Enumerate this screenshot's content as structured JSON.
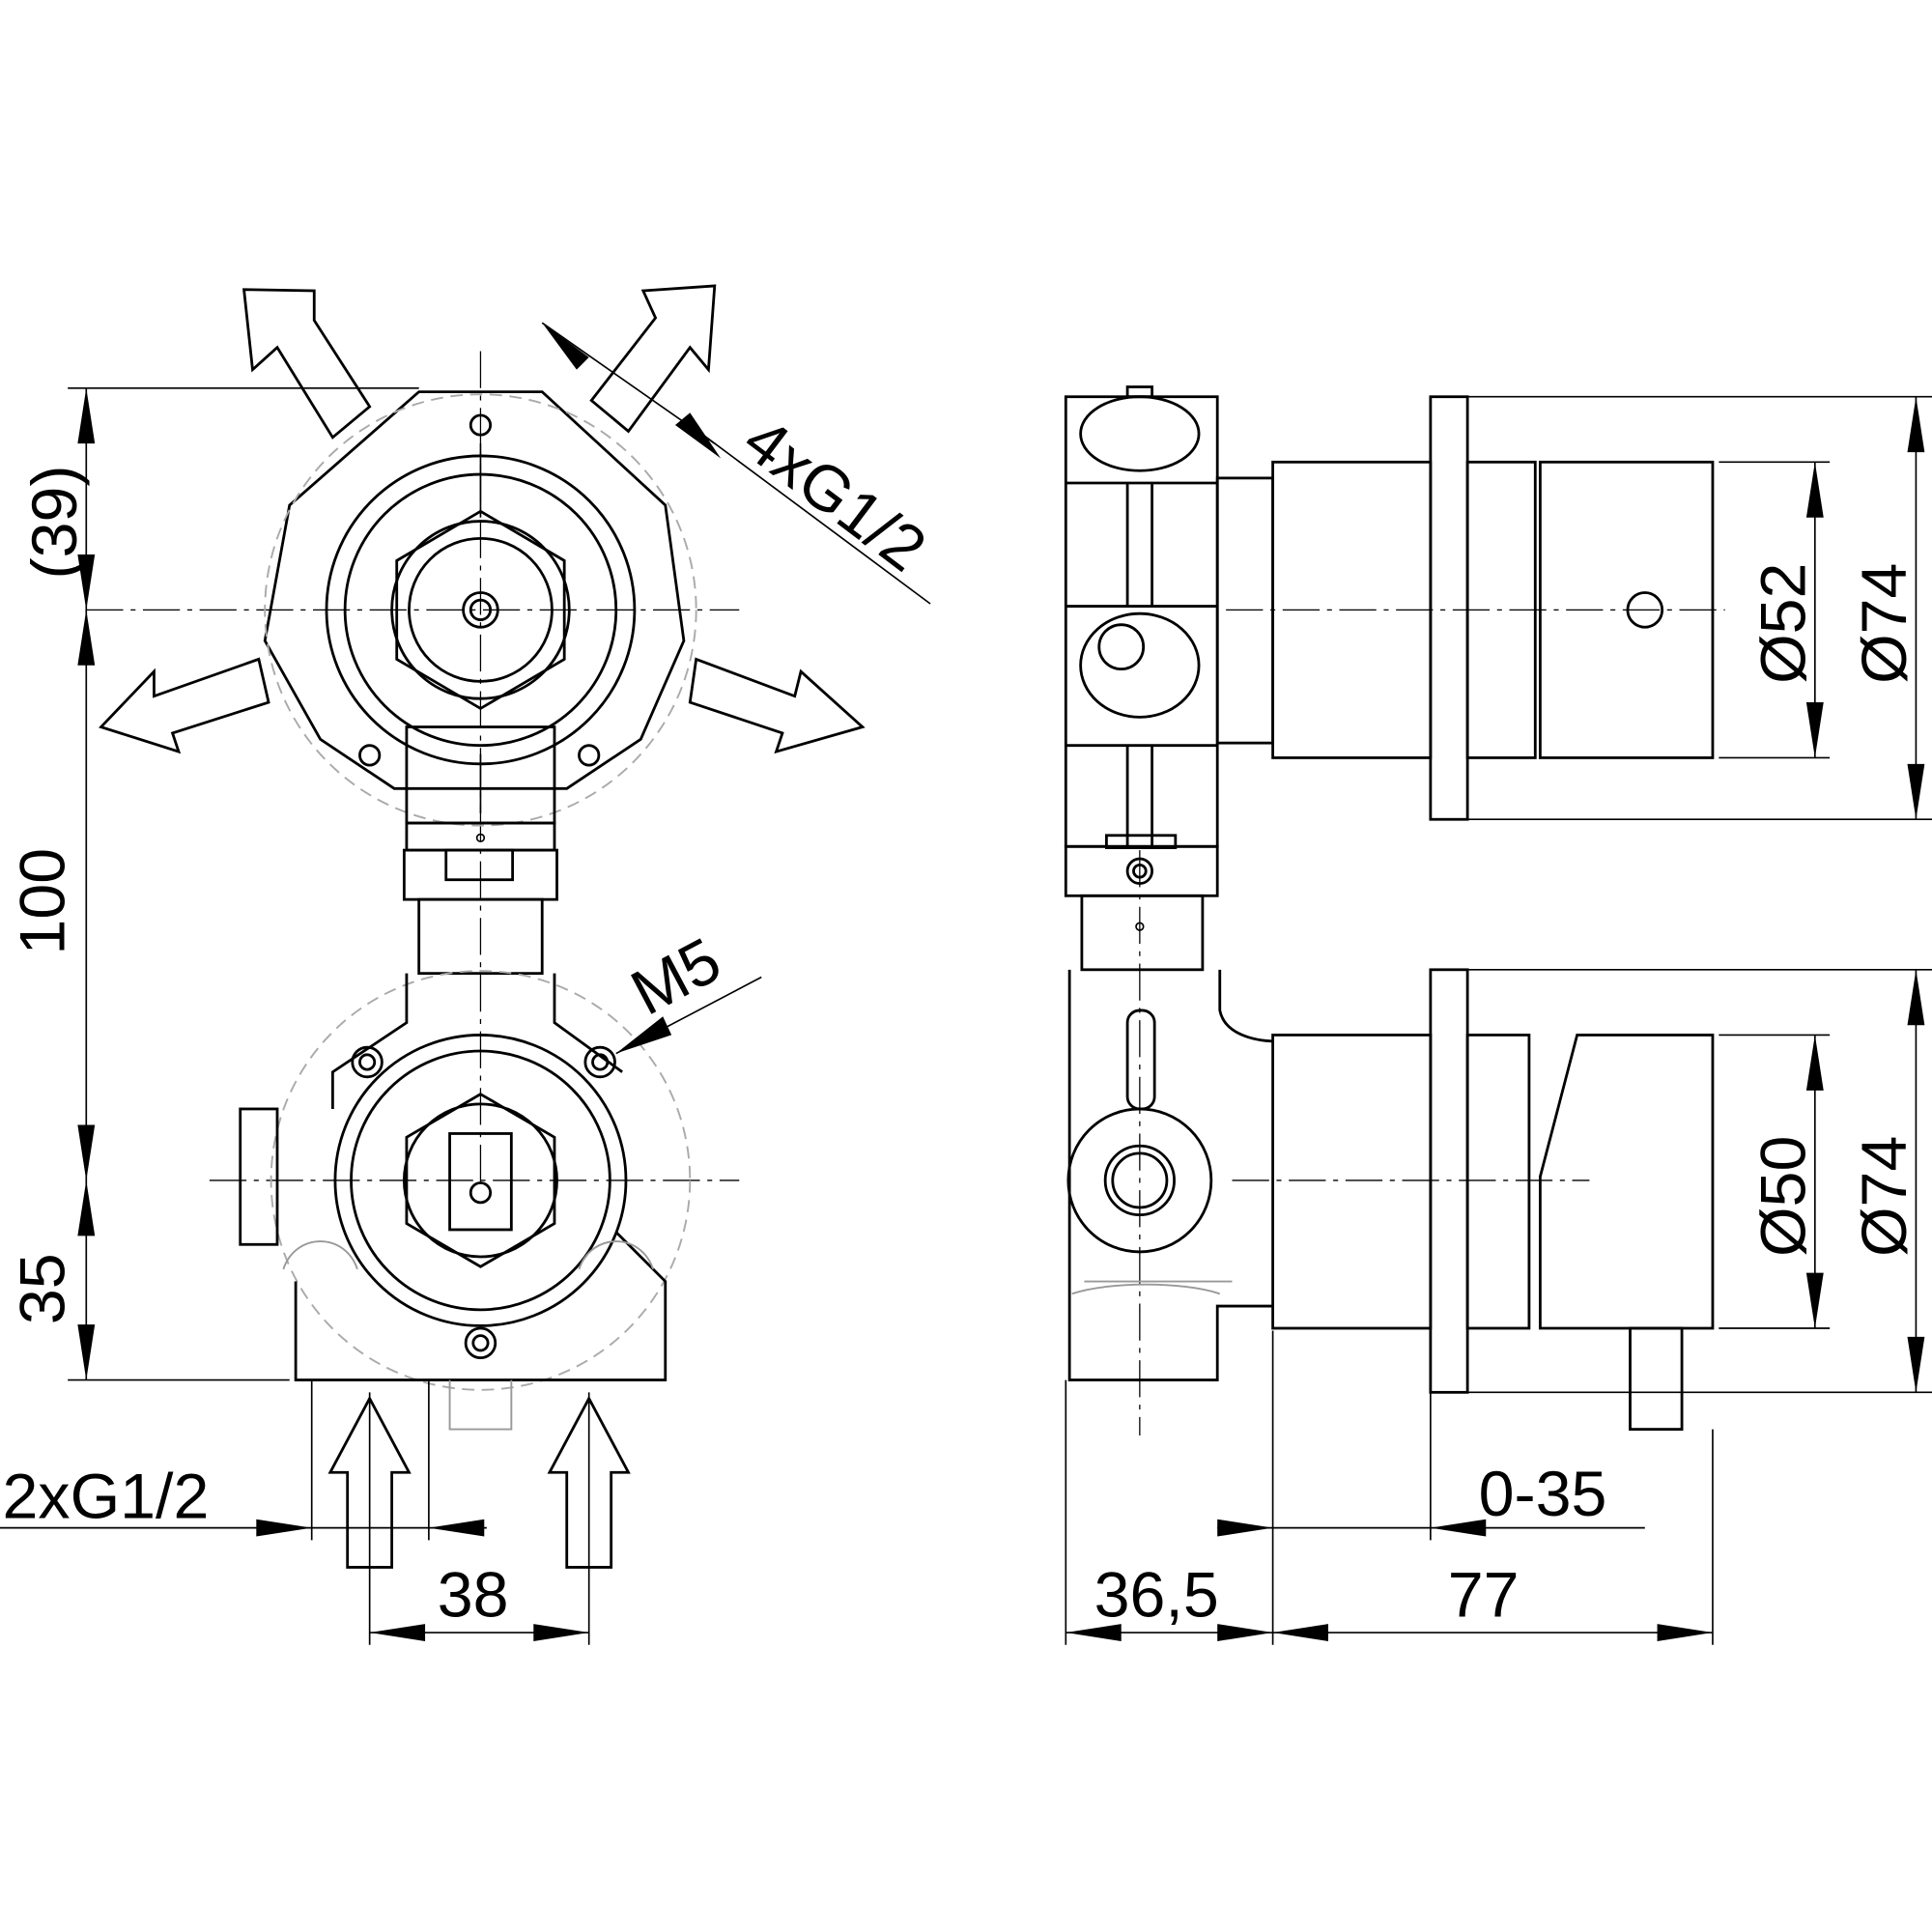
{
  "front_view": {
    "dim_top": "(39)",
    "dim_middle": "100",
    "dim_bottom": "35",
    "outlet_thread": "4xG1/2",
    "screw": "M5",
    "inlet_thread": "2xG1/2",
    "inlet_spacing": "38"
  },
  "side_view": {
    "body_depth": "36,5",
    "total_depth": "77",
    "adjust_range": "0-35",
    "upper_inner_diameter": "Ø52",
    "upper_outer_diameter": "Ø74",
    "lower_inner_diameter": "Ø50",
    "lower_outer_diameter": "Ø74"
  },
  "colors": {
    "line": "#000000",
    "hidden": "#999999",
    "background": "#ffffff"
  }
}
